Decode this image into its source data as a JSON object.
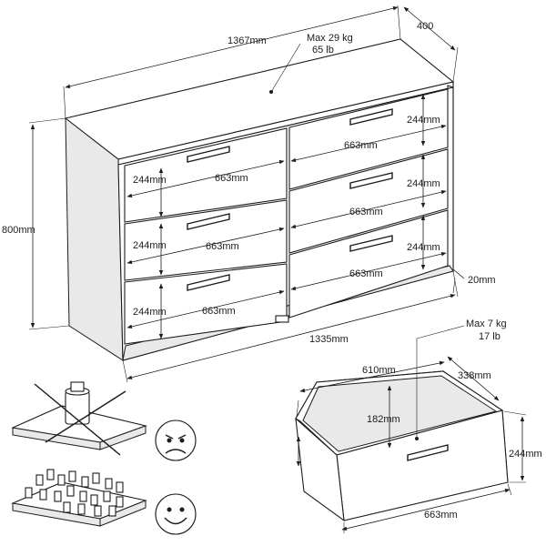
{
  "dresser": {
    "width_total": "1367mm",
    "depth": "400",
    "height": "800mm",
    "inner_width": "1335mm",
    "plinth": "20mm",
    "top_load_kg": "Max 29 kg",
    "top_load_lb": "65 lb",
    "drawer_height_labels": [
      "244mm",
      "244mm",
      "244mm",
      "244mm",
      "244mm",
      "244mm"
    ],
    "drawer_width_labels": [
      "663mm",
      "663mm",
      "663mm",
      "663mm",
      "663mm",
      "663mm"
    ]
  },
  "drawer_detail": {
    "load_kg": "Max 7 kg",
    "load_lb": "17 lb",
    "inner_width": "610mm",
    "inner_depth": "338mm",
    "inner_height": "182mm",
    "front_height": "244mm",
    "front_width": "663mm"
  },
  "load_examples": {
    "bad_face": "frowning-face",
    "good_face": "smiling-face"
  }
}
